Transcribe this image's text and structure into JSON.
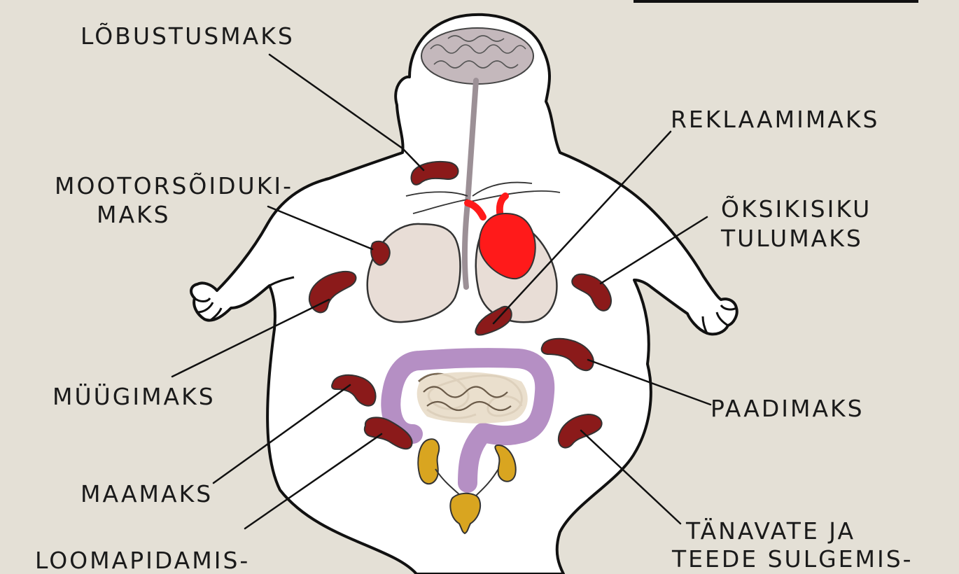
{
  "colors": {
    "background": "#e4e0d6",
    "body_fill": "#ffffff",
    "outline": "#111111",
    "organ_tax": "#8b1a1a",
    "heart": "#ff1a1a",
    "lung": "#e8ddd6",
    "brain": "#c4b8bc",
    "colon": "#b58fc4",
    "intestine": "#e8dcc8",
    "kidney": "#d9a520"
  },
  "labels": {
    "lobustusmaks": "LÕBUSTUSMAKS",
    "mootorsoiduki_1": "MOOTORSÕIDUKI-",
    "mootorsoiduki_2": "MAKS",
    "myygimaks": "MÜÜGIMAKS",
    "maamaks": "MAAMAKS",
    "loomapidamis": "LOOMAPIDAMIS-",
    "reklaamimaks": "REKLAAMIMAKS",
    "oksikisiku_1": "ÕKSIKISIKU",
    "oksikisiku_2": "TULUMAKS",
    "paadimaks": "PAADIMAKS",
    "tanavate_1": "TÄNAVATE JA",
    "tanavate_2": "TEEDE SULGEMIS-"
  }
}
